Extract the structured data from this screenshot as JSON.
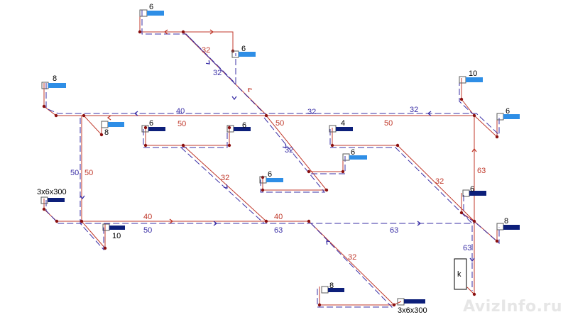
{
  "colors": {
    "supply_pipe": "#c0392b",
    "return_pipe": "#3a2fa6",
    "radiator_light": "#2e8ee6",
    "radiator_dark": "#0d1f7a",
    "node": "#8a1010"
  },
  "radiator_labels": {
    "r1": "6",
    "r2": "6",
    "r3": "8",
    "r4": "8",
    "r5": "6",
    "r6": "6",
    "r7": "4",
    "r8": "6",
    "r9": "6",
    "r10": "10",
    "r11": "6",
    "r12": "6",
    "r13": "8",
    "r14": "10",
    "r15": "8",
    "r16": "3x6x300",
    "r17": "3x6x300"
  },
  "pipe_labels": {
    "p1": "32",
    "p2": "32",
    "p3": "40",
    "p4": "50",
    "p5": "32",
    "p6": "50",
    "p7": "32",
    "p8": "50",
    "p9": "32",
    "p10": "32",
    "p11": "32",
    "p12": "50",
    "p13": "50",
    "p14": "40",
    "p15": "50",
    "p16": "40",
    "p17": "63",
    "p18": "63",
    "p19": "63",
    "p20": "63",
    "p21": "32"
  },
  "boiler_label": "k",
  "watermark": {
    "main": "AvizInfo",
    "suffix": ".ru"
  }
}
